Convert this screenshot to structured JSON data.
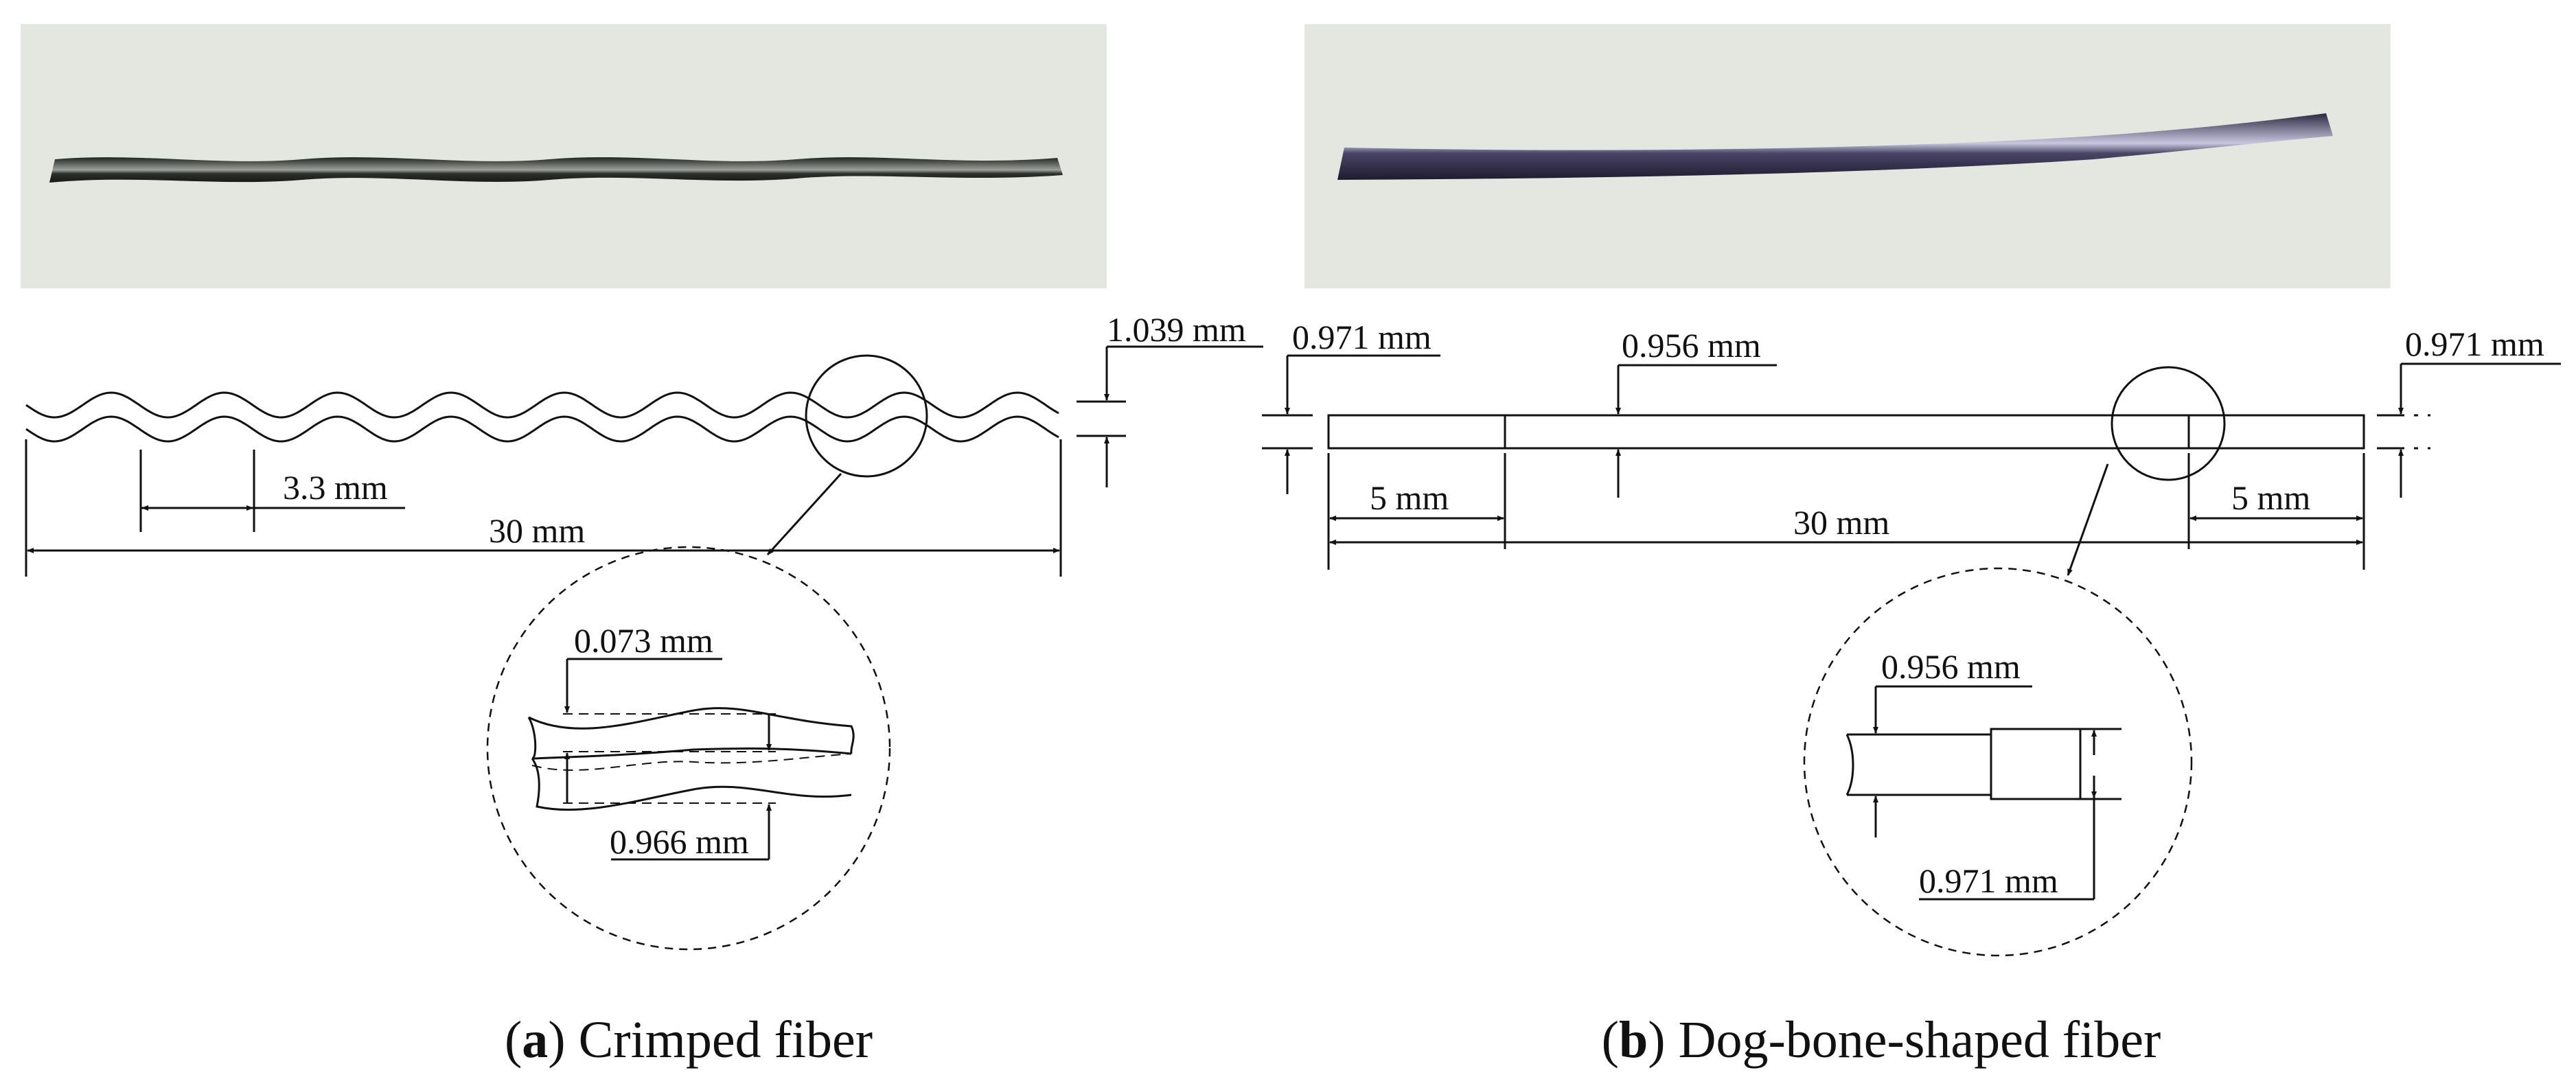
{
  "figure": {
    "panels": [
      {
        "id": "a",
        "caption_letter": "a",
        "caption_text": "Crimped fiber",
        "photo_icon": "crimped-fiber-photo",
        "labels": {
          "diameter_top": "1.039 mm",
          "wavelength": "3.3 mm",
          "total_length": "30 mm",
          "detail_amplitude": "0.073 mm",
          "detail_diameter": "0.966 mm"
        }
      },
      {
        "id": "b",
        "caption_letter": "b",
        "caption_text": "Dog-bone-shaped fiber",
        "photo_icon": "dog-bone-fiber-photo",
        "labels": {
          "end_diameter_left": "0.971 mm",
          "mid_diameter": "0.956 mm",
          "end_diameter_right": "0.971 mm",
          "end_length_left": "5 mm",
          "total_length": "30 mm",
          "end_length_right": "5 mm",
          "detail_mid_diameter": "0.956 mm",
          "detail_end_diameter": "0.971 mm"
        }
      }
    ],
    "colors": {
      "line": "#111111",
      "photo_bg": "#e4e7e0",
      "crimped_fiber": "#2b2f2b",
      "dogbone_fiber": "#3a3550"
    }
  }
}
